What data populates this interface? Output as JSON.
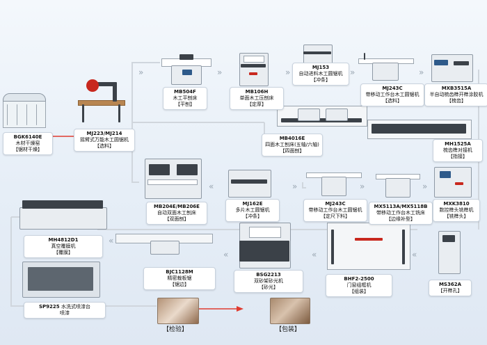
{
  "accent_colors": {
    "flow_red": "#e03a2f",
    "line_gray": "#d0d6dd",
    "card_border": "#c9d3de"
  },
  "steps": [
    {
      "id": "bgk6140e",
      "model": "BGK6140E",
      "desc": "木材干燥窑",
      "step": "【锯材干燥】"
    },
    {
      "id": "mj223",
      "model": "MJ223/MJ214",
      "desc": "摇臂式万能木工圆锯机",
      "step": "【选料】"
    },
    {
      "id": "mb504f",
      "model": "MB504F",
      "desc": "木工平刨床",
      "step": "【平刨】"
    },
    {
      "id": "mb106h",
      "model": "MB106H",
      "desc": "单面木工压刨床",
      "step": "【定厚】"
    },
    {
      "id": "mj153",
      "model": "MJ153",
      "desc": "自动进料木工圆锯机",
      "step": "【冲条】"
    },
    {
      "id": "mj243c_top",
      "model": "MJ243C",
      "desc": "带移动工作台木工圆锯机",
      "step": "【选料】"
    },
    {
      "id": "mxb3515a",
      "model": "MXB3515A",
      "desc": "半自动梳齿榫开榫涂胶机",
      "step": "【梳齿】"
    },
    {
      "id": "mb4016e",
      "model": "MB4016E",
      "desc": "四面木工刨床(五轴/六轴)",
      "step": "【四面刨】"
    },
    {
      "id": "finger_joint",
      "model": "MH1525A",
      "desc": "梳齿榫对接机",
      "step": "【指接】"
    },
    {
      "id": "mb204e",
      "model": "MB204E/MB206E",
      "desc": "自动双面木工刨床",
      "step": "【双面刨】"
    },
    {
      "id": "mj162e",
      "model": "MJ162E",
      "desc": "多片木工圆锯机",
      "step": "【冲条】"
    },
    {
      "id": "mj243c_mid",
      "model": "MJ243C",
      "desc": "带移动工作台木工圆锯机",
      "step": "【定尺下料】"
    },
    {
      "id": "mx5113a",
      "model": "MX5113A/MX5118B",
      "desc": "带移动工作台木工铣床",
      "step": "【边缘补型】"
    },
    {
      "id": "mxk3810",
      "model": "MXK3810",
      "desc": "数控榫头铣榫机",
      "step": "【铣榫头】"
    },
    {
      "id": "mh4812d1",
      "model": "MH4812D1",
      "desc": "真空覆膜机",
      "step": "【覆膜】"
    },
    {
      "id": "bjc1128m",
      "model": "BJC1128M",
      "desc": "精密裁板锯",
      "step": "【锯边】"
    },
    {
      "id": "bsg2213",
      "model": "BSG2213",
      "desc": "双砂架砂光机",
      "step": "【砂光】"
    },
    {
      "id": "bhf2",
      "model": "BHF2-2500",
      "desc": "门窗组框机",
      "step": "【组装】"
    },
    {
      "id": "ms362a",
      "model": "MS362A",
      "desc": "",
      "step": "【开榫孔】"
    },
    {
      "id": "sp9225",
      "model": "SP9225",
      "desc": "水洗式喷漆台",
      "step": "喷漆"
    }
  ],
  "final": {
    "inspect": "【检验】",
    "pack": "【包装】"
  },
  "icons": [
    "arrow-right-icon",
    "arrow-down-icon"
  ]
}
